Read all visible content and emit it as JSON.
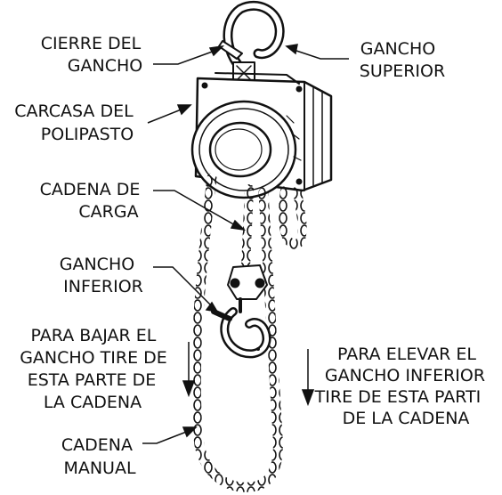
{
  "diagram": {
    "labels": {
      "hook_latch": [
        "CIERRE DEL",
        "GANCHO"
      ],
      "upper_hook": [
        "GANCHO",
        "SUPERIOR"
      ],
      "hoist_housing": [
        "CARCASA DEL",
        "POLIPASTO"
      ],
      "load_chain": [
        "CADENA DE",
        "CARGA"
      ],
      "lower_hook": [
        "GANCHO",
        "INFERIOR"
      ],
      "lower_instruction": [
        "PARA BAJAR EL",
        "GANCHO TIRE DE",
        "ESTA PARTE DE",
        "LA CADENA"
      ],
      "raise_instruction": [
        "PARA ELEVAR EL",
        "GANCHO INFERIOR",
        "TIRE DE ESTA PARTI",
        "DE LA CADENA"
      ],
      "hand_chain": [
        "CADENA",
        "MANUAL"
      ]
    },
    "colors": {
      "ink": "#111111",
      "background": "#ffffff"
    }
  }
}
